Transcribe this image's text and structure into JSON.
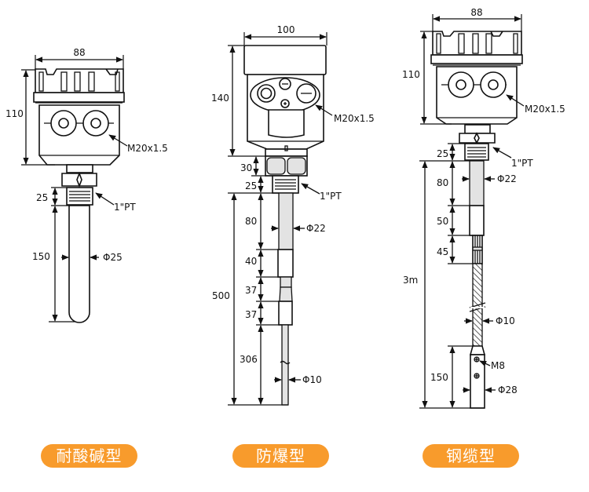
{
  "acid_type": {
    "width": "88",
    "height": "110",
    "conduit": "M20x1.5",
    "thread_len": "25",
    "thread": "1\"PT",
    "probe_len": "150",
    "probe_dia": "Φ25",
    "caption": "耐酸碱型"
  },
  "explosion_type": {
    "width": "100",
    "height": "140",
    "conduit": "M20x1.5",
    "nut_len": "30",
    "thread_len": "25",
    "thread": "1\"PT",
    "seg1": "80",
    "seg2": "40",
    "seg3": "37",
    "seg4": "37",
    "seg5": "306",
    "total": "500",
    "dia1": "Φ22",
    "dia2": "Φ10",
    "caption": "防爆型"
  },
  "cable_type": {
    "width": "88",
    "height": "110",
    "conduit": "M20x1.5",
    "thread_len": "25",
    "thread": "1\"PT",
    "seg1": "80",
    "seg2": "50",
    "seg3": "45",
    "weight_len": "150",
    "total": "3m",
    "dia1": "Φ22",
    "dia2": "Φ10",
    "bolt": "M8",
    "weight_dia": "Φ28",
    "caption": "钢缆型"
  },
  "colors": {
    "caption_bg": "#F89B2C"
  }
}
